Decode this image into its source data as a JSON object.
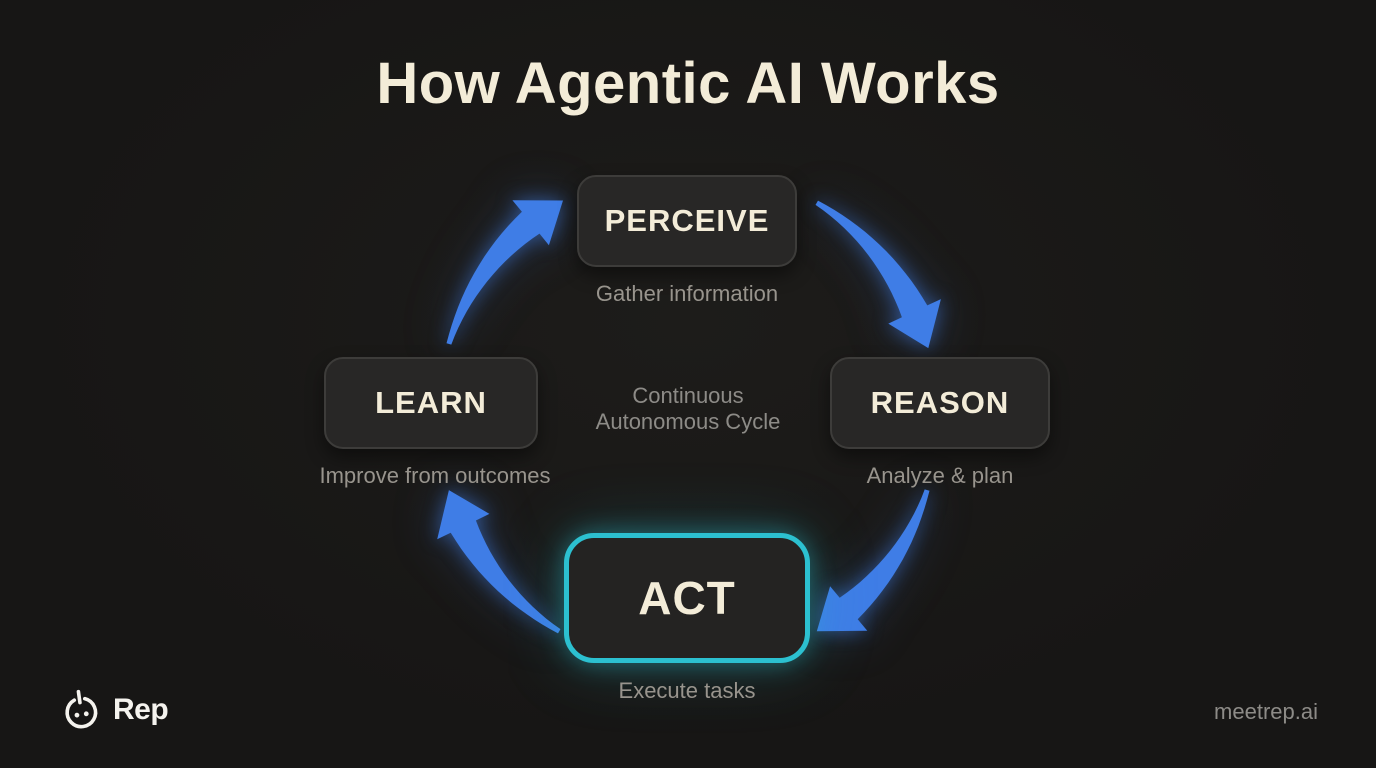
{
  "title": "How Agentic AI Works",
  "center_label": {
    "line1": "Continuous",
    "line2": "Autonomous Cycle"
  },
  "nodes": [
    {
      "id": "perceive",
      "label": "PERCEIVE",
      "subtitle": "Gather information"
    },
    {
      "id": "reason",
      "label": "REASON",
      "subtitle": "Analyze & plan"
    },
    {
      "id": "act",
      "label": "ACT",
      "subtitle": "Execute tasks",
      "highlighted": true
    },
    {
      "id": "learn",
      "label": "LEARN",
      "subtitle": "Improve from outcomes"
    }
  ],
  "cycle_order": [
    "PERCEIVE",
    "REASON",
    "ACT",
    "LEARN"
  ],
  "footer": {
    "brand": "Rep",
    "logo_icon": "power-face-icon",
    "site": "meetrep.ai"
  },
  "colors": {
    "background": "#171615",
    "background_highlight": "#1d1c1a",
    "card": "#282726",
    "card_border": "#3d3c3a",
    "cream": "#f3ecd8",
    "gray_text": "#98948d",
    "arrow_blue": "#3f7de6",
    "teal_accent": "#2cc0d0"
  }
}
